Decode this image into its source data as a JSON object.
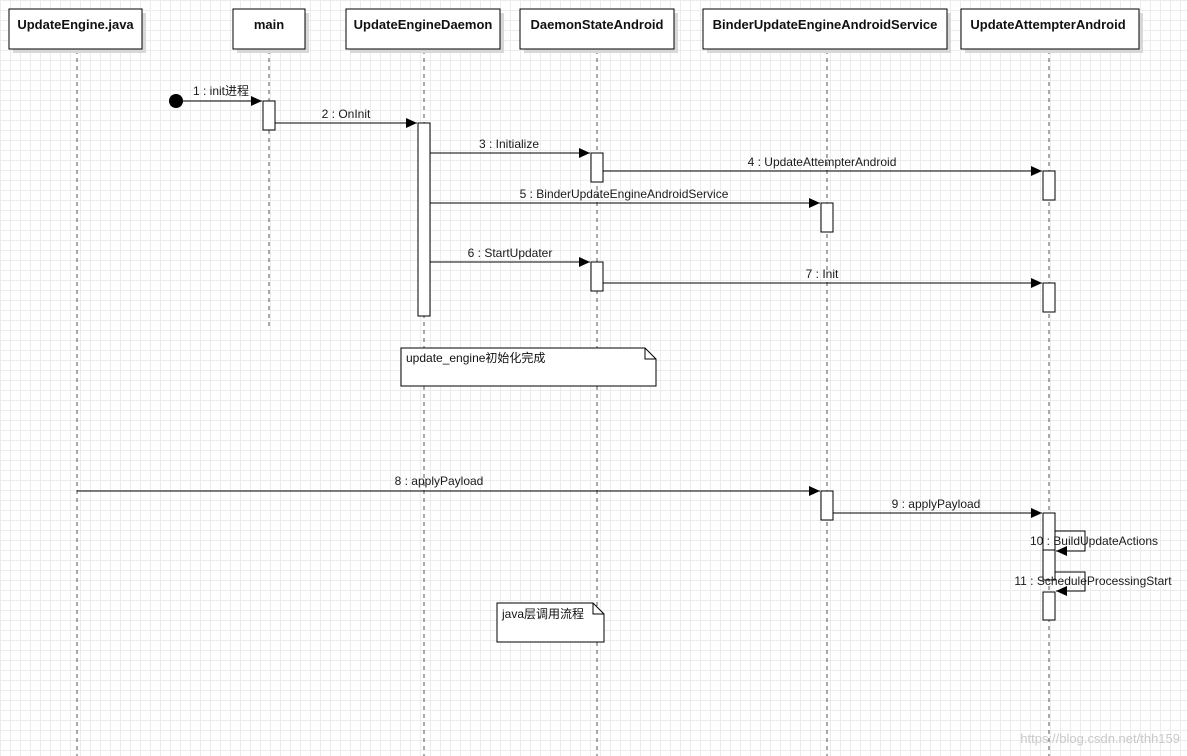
{
  "diagram": {
    "type": "sequence",
    "participants": [
      "UpdateEngine.java",
      "main",
      "UpdateEngineDaemon",
      "DaemonStateAndroid",
      "BinderUpdateEngineAndroidService",
      "UpdateAttempterAndroid"
    ],
    "messages": [
      "1 : init进程",
      "2 : OnInit",
      "3 : Initialize",
      "4 : UpdateAttempterAndroid",
      "5 : BinderUpdateEngineAndroidService",
      "6 : StartUpdater",
      "7 : Init",
      "8 : applyPayload",
      "9 : applyPayload",
      "10 : BuildUpdateActions",
      "11 : ScheduleProcessingStart"
    ],
    "notes": [
      "update_engine初始化完成",
      "java层调用流程"
    ]
  },
  "watermark": "https://blog.csdn.net/thh159",
  "colors": {
    "line": "#000000",
    "lifeline": "#555555",
    "watermark": "#c9c9c9"
  }
}
